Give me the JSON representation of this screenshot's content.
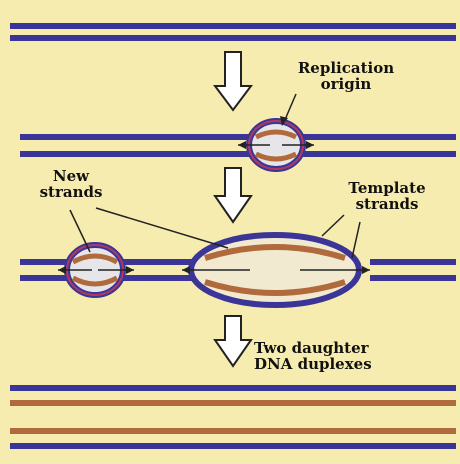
{
  "labels": {
    "replication_origin": "Replication\norigin",
    "new_strands": "New\nstrands",
    "template_strands": "Template\nstrands",
    "two_daughter": "Two daughter\nDNA duplexes"
  },
  "colors": {
    "background": "#f7ecb0",
    "template_strand": "#3a3596",
    "template_highlight": "#b03a5e",
    "new_strand": "#b06a3c",
    "bubble_fill": "#e6e6ea",
    "arrow_fill": "#ffffff",
    "arrow_stroke": "#222222"
  }
}
